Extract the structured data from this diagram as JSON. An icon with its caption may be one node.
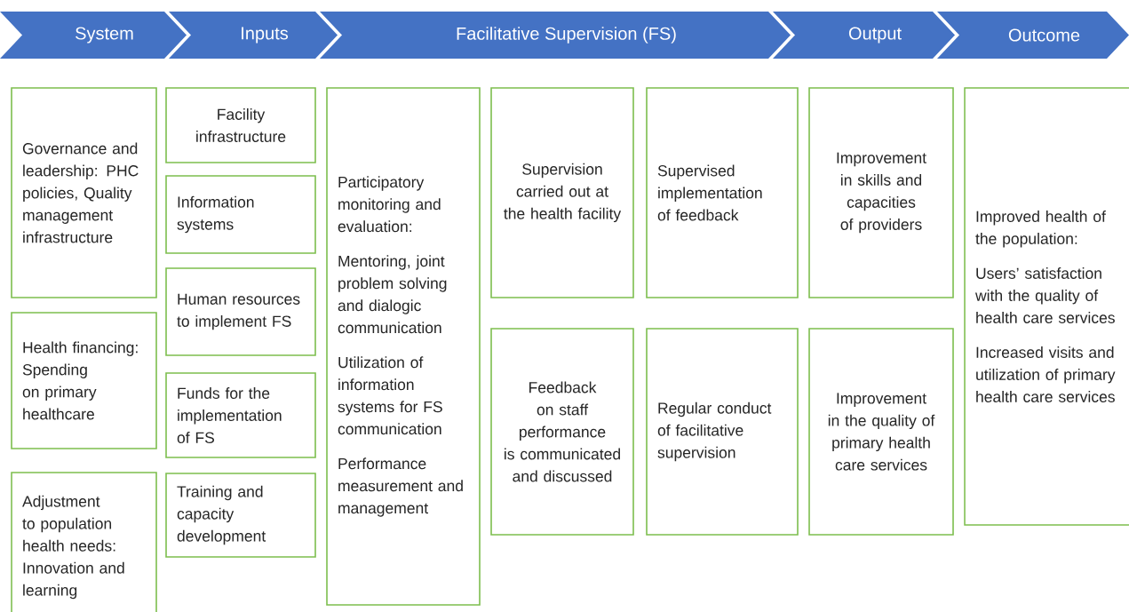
{
  "diagram": {
    "nodes": [
      {
        "text": [
          "System"
        ]
      },
      {
        "text": [
          "Inputs"
        ]
      },
      {
        "text": [
          "Facilitative Supervision (FS)"
        ]
      },
      {
        "text": [
          "Output"
        ]
      },
      {
        "text": [
          "Outcome"
        ]
      },
      {
        "text": [
          "Governance and leadership: PHC policies, Quality management infrastructure"
        ]
      },
      {
        "text": [
          "Health financing: Spending on primary healthcare"
        ]
      },
      {
        "text": [
          "Adjustment to population health needs: Innovation and learning"
        ]
      },
      {
        "text": [
          "Facility infrastructure"
        ]
      },
      {
        "text": [
          "Information systems"
        ]
      },
      {
        "text": [
          "Human resources to implement FS"
        ]
      },
      {
        "text": [
          "Funds for the implementation of FS"
        ]
      },
      {
        "text": [
          "Training and capacity development"
        ]
      },
      {
        "text": [
          "Participatory monitoring and evaluation:",
          "Mentoring, joint problem solving and dialogic communication",
          "Utilization of information systems for FS communication",
          "Performance measurement and management"
        ]
      },
      {
        "text": [
          "Supervision carried out at the health facility"
        ]
      },
      {
        "text": [
          "Feedback on staff performance is communicated and discussed"
        ]
      },
      {
        "text": [
          "Supervised implementation of feedback"
        ]
      },
      {
        "text": [
          "Regular conduct of facilitative supervision"
        ]
      },
      {
        "text": [
          "Improvement in skills and capacities of providers"
        ]
      },
      {
        "text": [
          "Improvement in the quality of primary health care services"
        ]
      },
      {
        "text": [
          "Improved health of the population:",
          "Users’ satisfaction with the quality of health care services",
          "Increased visits and utilization of primary health care services"
        ]
      }
    ]
  }
}
